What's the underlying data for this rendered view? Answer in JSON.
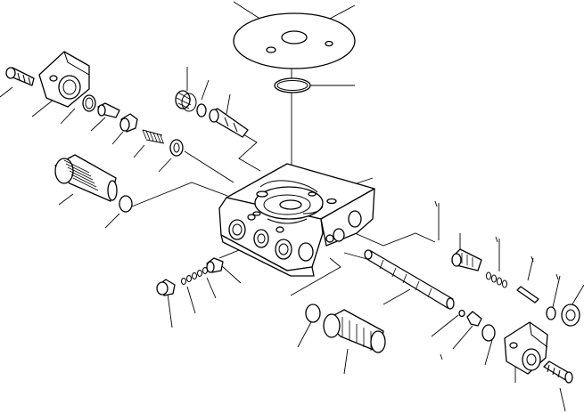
{
  "diagram": {
    "type": "exploded-parts-view",
    "parts": [
      "plate",
      "plate-hole-large",
      "plate-hole-small-left",
      "plate-hole-small-right",
      "o-ring-large",
      "valve-body",
      "flange-bolt-left",
      "cover-flange-left",
      "o-ring-left",
      "plug-small",
      "sleeve-small",
      "spring-left-upper",
      "washer-left",
      "relief-valve-left",
      "o-ring-relief-left",
      "plug-upper",
      "o-ring-upper",
      "valve-stem-upper",
      "plug-lower",
      "spring-lower",
      "poppet-lower",
      "spool",
      "sleeve-right",
      "spring-right",
      "pin-right",
      "o-ring-right-end",
      "plug-right-end",
      "relief-valve-lower",
      "o-ring-relief-lower",
      "poppet-small",
      "o-ring-right-small",
      "cover-flange-right",
      "flange-bolt-right"
    ]
  }
}
